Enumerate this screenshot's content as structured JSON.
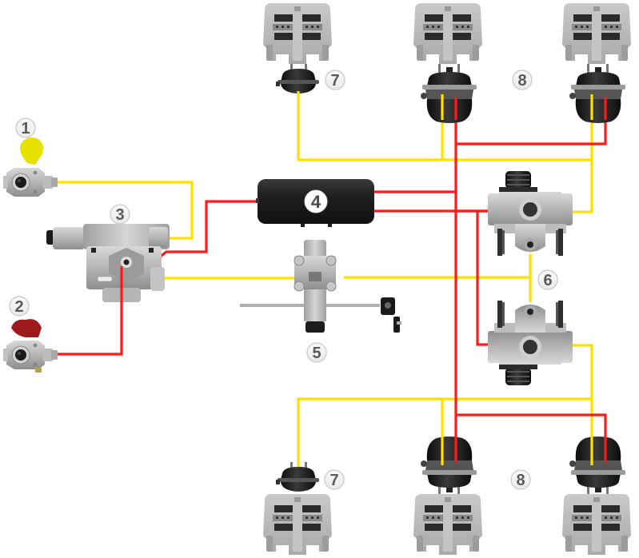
{
  "diagram": {
    "title": "Trailer air brake system schematic",
    "colors": {
      "supply_line": "#ff1a1a",
      "control_line": "#ffe000",
      "component_metal": "#b8b8b8",
      "component_dark": "#1e1e1e",
      "label_fill": "#f2f2f2",
      "label_stroke": "#d4d4d4",
      "label_text": "#5a5a5a",
      "background": "#ffffff"
    },
    "components": [
      {
        "id": "1",
        "name": "Control coupling head (yellow)",
        "label": "1"
      },
      {
        "id": "2",
        "name": "Supply coupling head (red)",
        "label": "2"
      },
      {
        "id": "3",
        "name": "Trailer control valve",
        "label": "3"
      },
      {
        "id": "4",
        "name": "Air reservoir",
        "label": "4"
      },
      {
        "id": "5",
        "name": "Load sensing valve",
        "label": "5"
      },
      {
        "id": "6",
        "name": "Relay emergency valves",
        "label": "6"
      },
      {
        "id": "7",
        "name": "Service brake chamber",
        "label": "7",
        "count": 2
      },
      {
        "id": "8",
        "name": "Spring brake chamber",
        "label": "8",
        "count": 4
      }
    ],
    "lines": {
      "supply": "Supply line (red)",
      "control": "Control line (yellow)"
    }
  }
}
